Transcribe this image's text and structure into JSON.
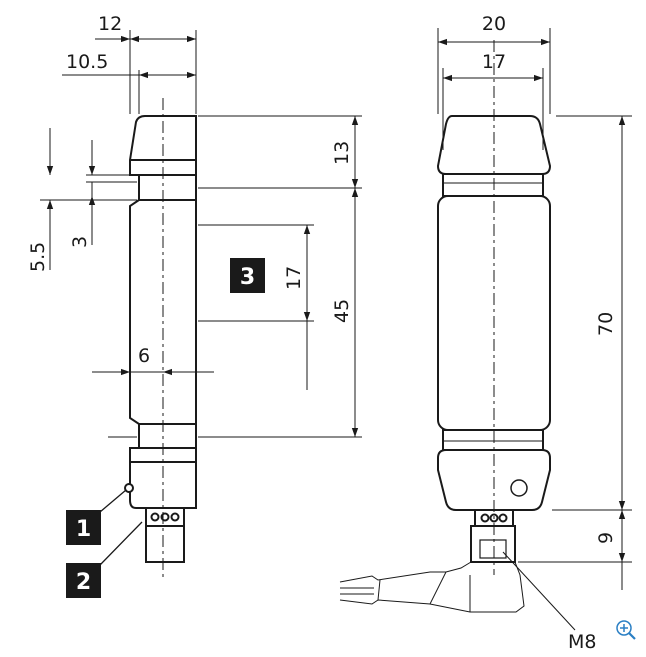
{
  "dimensions": {
    "side_width_outer": "12",
    "side_width_inner": "10.5",
    "side_height_top": "13",
    "side_offset_outer": "5.5",
    "side_offset_inner": "3",
    "slot_height": "17",
    "body_height": "45",
    "slot_depth": "6",
    "front_width_outer": "20",
    "front_width_inner": "17",
    "total_height": "70",
    "connector_height": "9",
    "connector_thread": "M8"
  },
  "callouts": {
    "item_1": "1",
    "item_2": "2",
    "item_3": "3"
  },
  "icons": {
    "zoom": "magnify-plus-icon"
  },
  "colors": {
    "line": "#1a1a1a",
    "badge_fill": "#1a1a1a",
    "zoom_icon": "#2a7fc4"
  }
}
